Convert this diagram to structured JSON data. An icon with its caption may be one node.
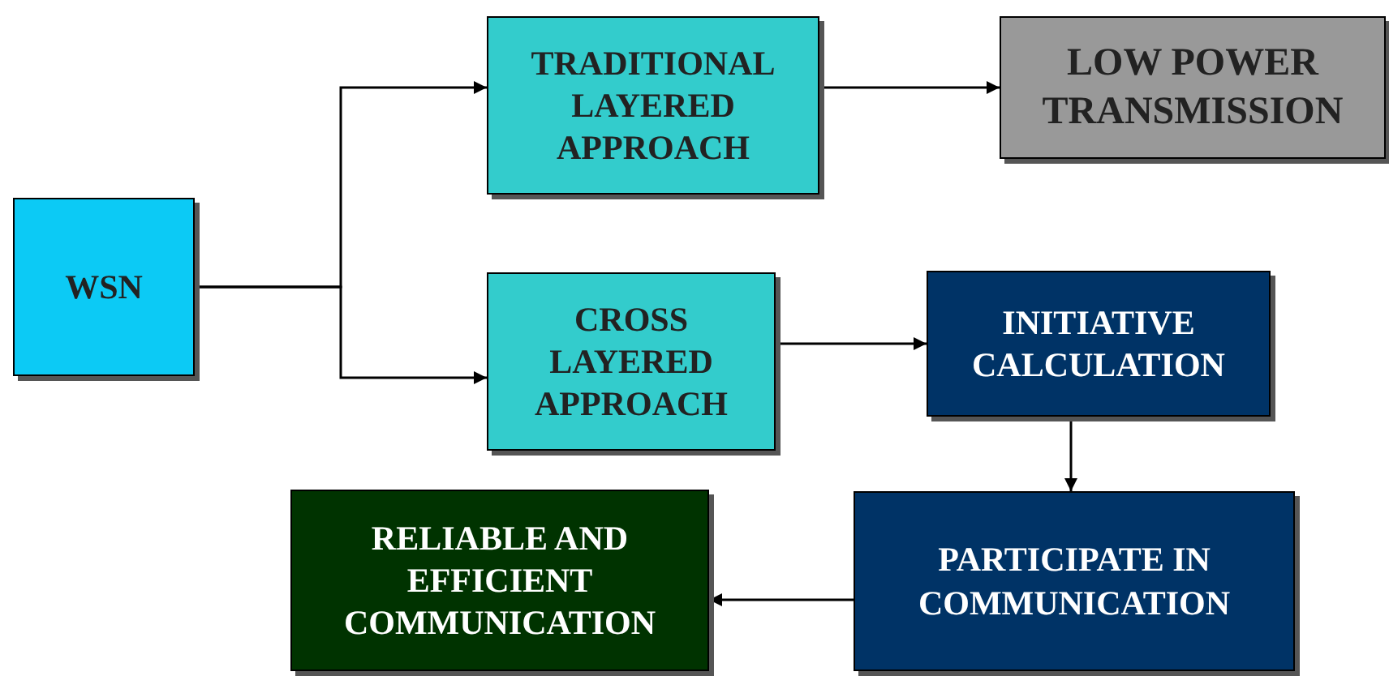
{
  "diagram": {
    "nodes": [
      {
        "text": [
          "WSN"
        ]
      },
      {
        "text": [
          "TRADITIONAL LAYERED APPROACH"
        ]
      },
      {
        "text": [
          "LOW POWER TRANSMISSION"
        ]
      },
      {
        "text": [
          "CROSS LAYERED APPROACH"
        ]
      },
      {
        "text": [
          "INITIATIVE CALCULATION"
        ]
      },
      {
        "text": [
          "PARTICIPATE IN COMMUNICATION"
        ]
      },
      {
        "text": [
          "RELIABLE AND EFFICIENT COMMUNICATION"
        ]
      }
    ],
    "edges": [
      {
        "from": 0,
        "to": 1,
        "arrow": "to"
      },
      {
        "from": 0,
        "to": 3,
        "arrow": "to"
      },
      {
        "from": 1,
        "to": 2,
        "arrow": "to"
      },
      {
        "from": 3,
        "to": 4,
        "arrow": "to"
      },
      {
        "from": 4,
        "to": 5,
        "arrow": "to"
      },
      {
        "from": 5,
        "to": 6,
        "arrow": "to"
      }
    ]
  }
}
